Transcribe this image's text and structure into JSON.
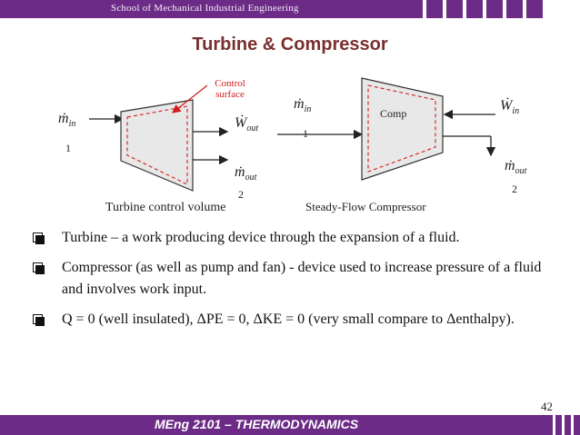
{
  "header": {
    "school": "School of Mechanical Industrial Engineering",
    "accent_color": "#6b2b86"
  },
  "slide": {
    "title": "Turbine & Compressor",
    "title_color": "#7a2f2f",
    "page_number": "42"
  },
  "turbine": {
    "caption": "Turbine control volume",
    "control_surface_line1": "Control",
    "control_surface_line2": "surface",
    "m_in": "ṁ",
    "m_in_sub": "in",
    "state_in": "1",
    "w_out": "Ẇ",
    "w_out_sub": "out",
    "m_out": "ṁ",
    "m_out_sub": "out",
    "state_out": "2"
  },
  "compressor": {
    "caption": "Steady-Flow Compressor",
    "label": "Comp",
    "m_in": "ṁ",
    "m_in_sub": "in",
    "state_in": "1",
    "w_in": "Ẇ",
    "w_in_sub": "in",
    "m_out": "ṁ",
    "m_out_sub": "out",
    "state_out": "2"
  },
  "bullets": [
    {
      "text": "Turbine – a work producing device through the expansion of a fluid."
    },
    {
      "text": "Compressor (as well as pump and fan) - device used to increase pressure of a fluid and involves work input."
    },
    {
      "text": "Q = 0 (well insulated), ΔPE = 0, ΔKE = 0 (very small compare to Δenthalpy)."
    }
  ],
  "footer": {
    "course": "MEng 2101 – THERMODYNAMICS"
  }
}
